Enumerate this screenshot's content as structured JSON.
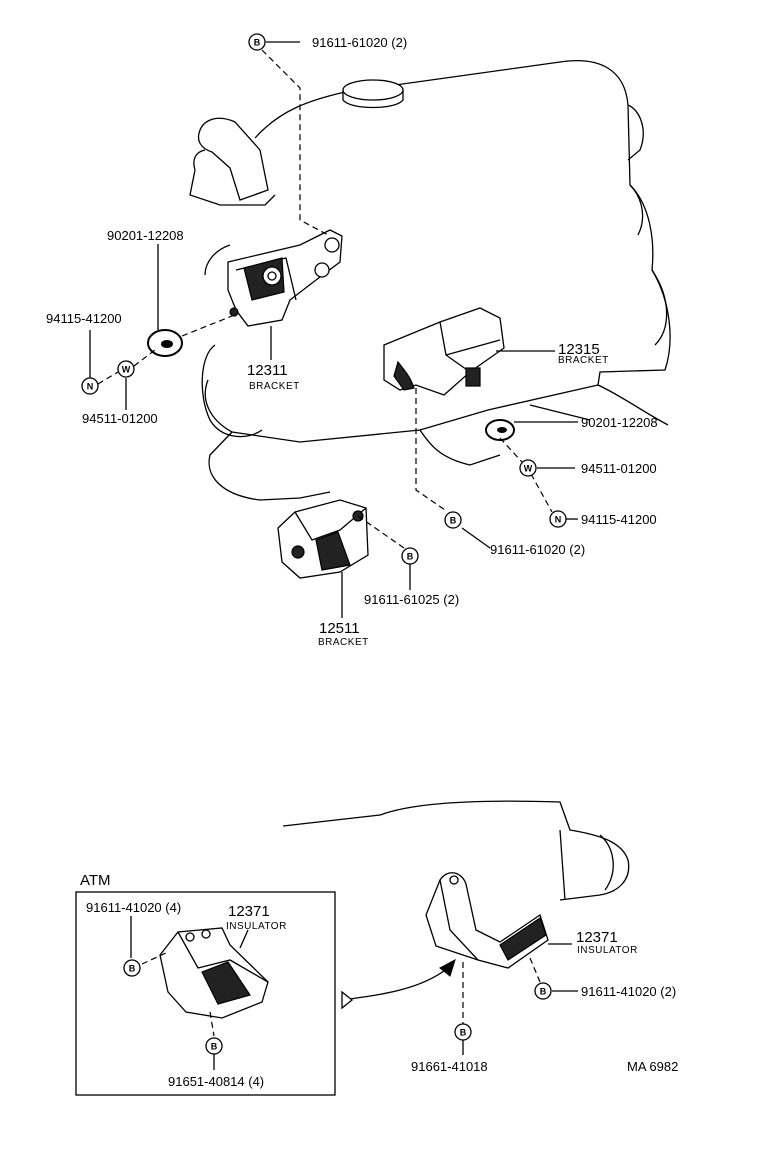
{
  "badges": {
    "bolt": "B",
    "nut": "N",
    "washer": "W"
  },
  "labels": {
    "top_bolt": "91611-61020 (2)",
    "left_plate_washer": "90201-12208",
    "left_nut": "94115-41200",
    "left_spring_washer": "94511-01200",
    "bracket_12311_num": "12311",
    "bracket_12311_name": "BRACKET",
    "bracket_12315_num": "12315",
    "bracket_12315_name": "BRACKET",
    "right_plate_washer": "90201-12208",
    "right_spring_washer": "94511-01200",
    "right_nut": "94115-41200",
    "right_bolt": "91611-61020 (2)",
    "bracket_12511_bolt": "91611-61025 (2)",
    "bracket_12511_num": "12511",
    "bracket_12511_name": "BRACKET",
    "atm_title": "ATM",
    "atm_bolt_top": "91611-41020 (4)",
    "atm_insulator_num": "12371",
    "atm_insulator_name": "INSULATOR",
    "atm_bolt_bottom": "91651-40814 (4)",
    "insulator_num": "12371",
    "insulator_name": "INSULATOR",
    "insulator_bolt": "91611-41020 (2)",
    "bottom_bolt": "91661-41018",
    "figure_code": "MA 6982"
  }
}
